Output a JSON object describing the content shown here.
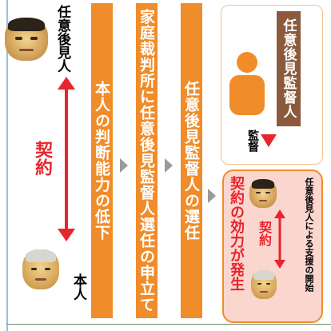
{
  "parties": {
    "principal": "本人",
    "guardian": "任意後見人",
    "contract": "契約"
  },
  "steps": [
    "本人の判断能力の低下",
    "家庭裁判所に任意後見監督人選任の申立て",
    "任意後見監督人の選任"
  ],
  "outcome": {
    "title": "契約の効力が発生",
    "contract": "契約",
    "support_start": "任意後見人による支援の開始"
  },
  "supervisor": {
    "title": "任意後見監督人",
    "action": "監督"
  },
  "colors": {
    "orange": "#f08c2a",
    "red": "#e8242c",
    "brown": "#8b5a3c",
    "gray_arrow": "#9a9a9a",
    "pink_box": "#fbd6cf"
  }
}
